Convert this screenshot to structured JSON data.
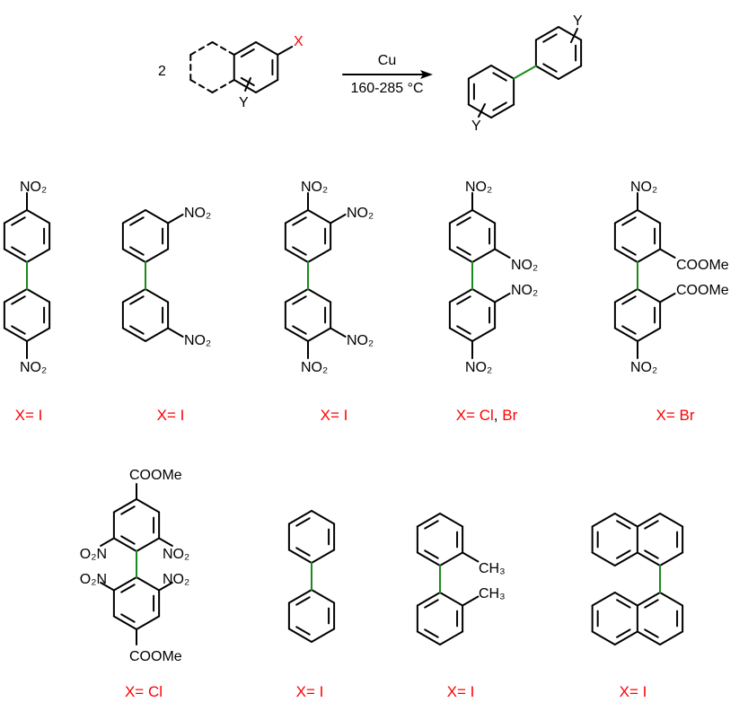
{
  "scheme": {
    "coefficient": "2",
    "leaving_group": "X",
    "substituent": "Y",
    "reagent": "Cu",
    "conditions": "160-285 °C"
  },
  "compounds": [
    {
      "groups": [
        "NO₂",
        "NO₂"
      ],
      "label": "X= I"
    },
    {
      "groups": [
        "NO₂",
        "NO₂"
      ],
      "label": "X= I"
    },
    {
      "groups": [
        "NO₂",
        "NO₂",
        "NO₂",
        "NO₂"
      ],
      "label": "X= I"
    },
    {
      "groups": [
        "NO₂",
        "NO₂",
        "NO₂",
        "NO₂"
      ],
      "label_parts": [
        "X= Cl",
        ",",
        " Br"
      ]
    },
    {
      "groups": [
        "NO₂",
        "COOMe",
        "COOMe",
        "NO₂"
      ],
      "label": "X= Br"
    },
    {
      "groups": [
        "COOMe",
        "O₂N",
        "NO₂",
        "O₂N",
        "NO₂",
        "COOMe"
      ],
      "label": "X= Cl"
    },
    {
      "groups": [],
      "label": "X= I"
    },
    {
      "groups": [
        "CH₃",
        "CH₃"
      ],
      "label": "X= I"
    },
    {
      "groups": [],
      "label": "X= I"
    }
  ],
  "colors": {
    "new_bond": "#1a8a1a",
    "highlight": "#ff0000",
    "bond": "#000000"
  }
}
